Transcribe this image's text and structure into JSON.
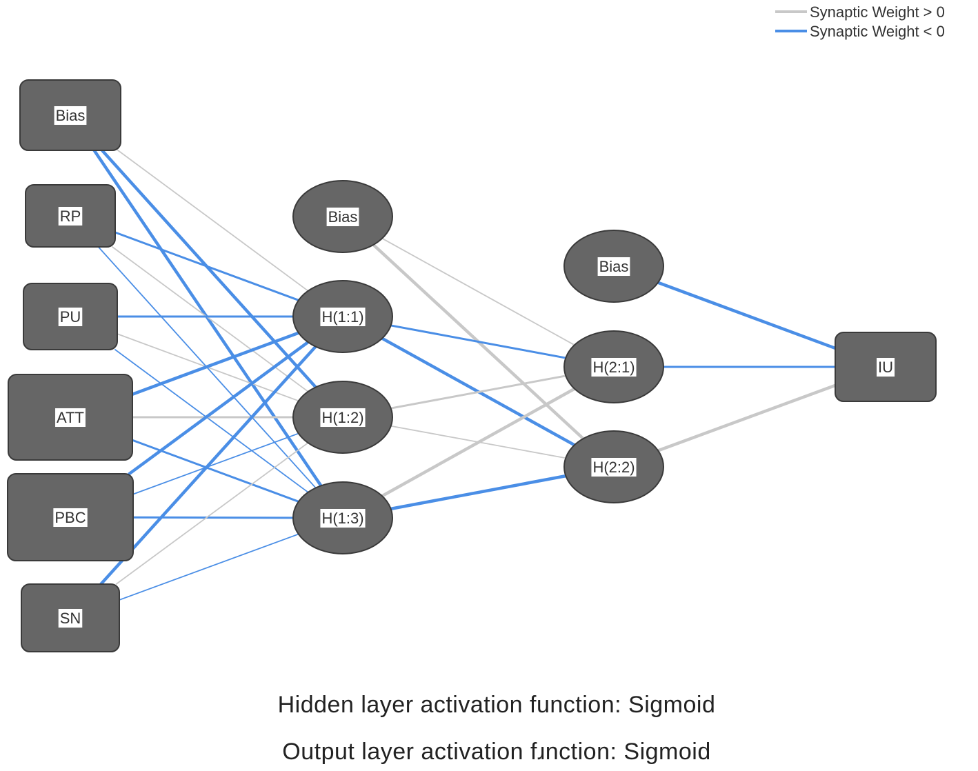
{
  "legend": {
    "positive_label": "Synaptic Weight > 0",
    "negative_label": "Synaptic Weight < 0",
    "positive_color": "#c8c8c8",
    "negative_color": "#4a8ee6"
  },
  "node_fill": "#666666",
  "nodes": [
    {
      "id": "in-bias",
      "label": "Bias",
      "layer": "input",
      "shape": "rect"
    },
    {
      "id": "in-rp",
      "label": "RP",
      "layer": "input",
      "shape": "rect"
    },
    {
      "id": "in-pu",
      "label": "PU",
      "layer": "input",
      "shape": "rect"
    },
    {
      "id": "in-att",
      "label": "ATT",
      "layer": "input",
      "shape": "rect"
    },
    {
      "id": "in-pbc",
      "label": "PBC",
      "layer": "input",
      "shape": "rect"
    },
    {
      "id": "in-sn",
      "label": "SN",
      "layer": "input",
      "shape": "rect"
    },
    {
      "id": "h1-bias",
      "label": "Bias",
      "layer": "hidden1",
      "shape": "ellipse"
    },
    {
      "id": "h11",
      "label": "H(1:1)",
      "layer": "hidden1",
      "shape": "ellipse"
    },
    {
      "id": "h12",
      "label": "H(1:2)",
      "layer": "hidden1",
      "shape": "ellipse"
    },
    {
      "id": "h13",
      "label": "H(1:3)",
      "layer": "hidden1",
      "shape": "ellipse"
    },
    {
      "id": "h2-bias",
      "label": "Bias",
      "layer": "hidden2",
      "shape": "ellipse"
    },
    {
      "id": "h21",
      "label": "H(2:1)",
      "layer": "hidden2",
      "shape": "ellipse"
    },
    {
      "id": "h22",
      "label": "H(2:2)",
      "layer": "hidden2",
      "shape": "ellipse"
    },
    {
      "id": "out-iu",
      "label": "IU",
      "layer": "output",
      "shape": "rect"
    }
  ],
  "edges": [
    {
      "from": "in-bias",
      "to": "h11",
      "sign": "positive",
      "strength": "weak"
    },
    {
      "from": "in-bias",
      "to": "h12",
      "sign": "negative",
      "strength": "strong"
    },
    {
      "from": "in-bias",
      "to": "h13",
      "sign": "negative",
      "strength": "strong"
    },
    {
      "from": "in-rp",
      "to": "h11",
      "sign": "negative",
      "strength": "medium"
    },
    {
      "from": "in-rp",
      "to": "h12",
      "sign": "positive",
      "strength": "weak"
    },
    {
      "from": "in-rp",
      "to": "h13",
      "sign": "negative",
      "strength": "weak"
    },
    {
      "from": "in-pu",
      "to": "h11",
      "sign": "negative",
      "strength": "medium"
    },
    {
      "from": "in-pu",
      "to": "h12",
      "sign": "positive",
      "strength": "weak"
    },
    {
      "from": "in-pu",
      "to": "h13",
      "sign": "negative",
      "strength": "weak"
    },
    {
      "from": "in-att",
      "to": "h11",
      "sign": "negative",
      "strength": "strong"
    },
    {
      "from": "in-att",
      "to": "h12",
      "sign": "positive",
      "strength": "medium"
    },
    {
      "from": "in-att",
      "to": "h13",
      "sign": "negative",
      "strength": "medium"
    },
    {
      "from": "in-pbc",
      "to": "h11",
      "sign": "negative",
      "strength": "strong"
    },
    {
      "from": "in-pbc",
      "to": "h12",
      "sign": "negative",
      "strength": "weak"
    },
    {
      "from": "in-pbc",
      "to": "h13",
      "sign": "negative",
      "strength": "medium"
    },
    {
      "from": "in-sn",
      "to": "h11",
      "sign": "negative",
      "strength": "strong"
    },
    {
      "from": "in-sn",
      "to": "h12",
      "sign": "positive",
      "strength": "weak"
    },
    {
      "from": "in-sn",
      "to": "h13",
      "sign": "negative",
      "strength": "weak"
    },
    {
      "from": "h1-bias",
      "to": "h21",
      "sign": "positive",
      "strength": "weak"
    },
    {
      "from": "h1-bias",
      "to": "h22",
      "sign": "positive",
      "strength": "strong"
    },
    {
      "from": "h11",
      "to": "h21",
      "sign": "negative",
      "strength": "medium"
    },
    {
      "from": "h11",
      "to": "h22",
      "sign": "negative",
      "strength": "strong"
    },
    {
      "from": "h12",
      "to": "h21",
      "sign": "positive",
      "strength": "medium"
    },
    {
      "from": "h12",
      "to": "h22",
      "sign": "positive",
      "strength": "weak"
    },
    {
      "from": "h13",
      "to": "h21",
      "sign": "positive",
      "strength": "strong"
    },
    {
      "from": "h13",
      "to": "h22",
      "sign": "negative",
      "strength": "strong"
    },
    {
      "from": "h2-bias",
      "to": "out-iu",
      "sign": "negative",
      "strength": "strong"
    },
    {
      "from": "h21",
      "to": "out-iu",
      "sign": "negative",
      "strength": "medium"
    },
    {
      "from": "h22",
      "to": "out-iu",
      "sign": "positive",
      "strength": "strong"
    }
  ],
  "captions": {
    "hidden": "Hidden layer activation function: Sigmoid",
    "output": "Output layer activation fɹnction: Sigmoid"
  }
}
